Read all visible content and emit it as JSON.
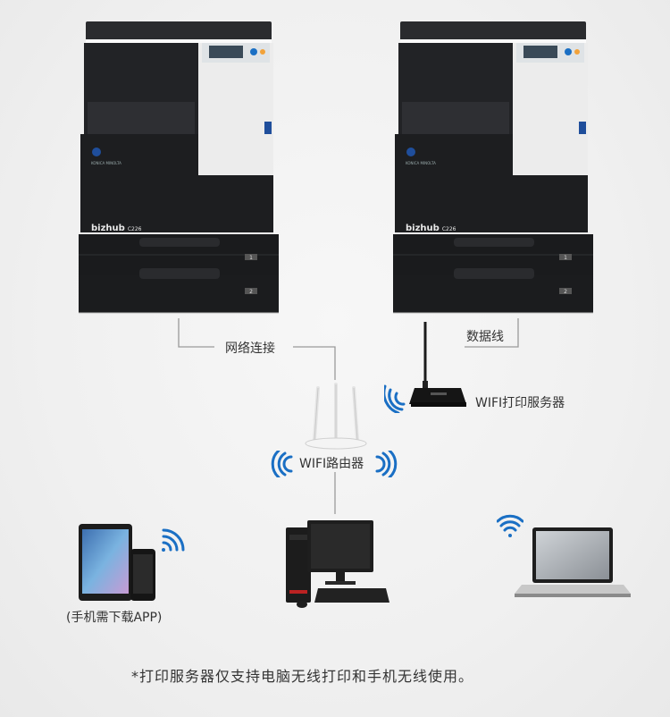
{
  "printers": [
    {
      "brand": "bizhub",
      "model": "C226",
      "logo_text": "KONICA MINOLTA",
      "tray_1": "1",
      "tray_2": "2"
    },
    {
      "brand": "bizhub",
      "model": "C226",
      "logo_text": "KONICA MINOLTA",
      "tray_1": "1",
      "tray_2": "2"
    }
  ],
  "labels": {
    "network_connection": "网络连接",
    "data_cable": "数据线",
    "print_server": "WIFI打印服务器",
    "router": "WIFI路由器",
    "phone_app": "(手机需下载APP)"
  },
  "footnote": "*打印服务器仅支持电脑无线打印和手机无线使用。",
  "colors": {
    "wifi_blue": "#1a6fc4",
    "connector_line": "#9a9a9a",
    "printer_body": "#1d1e20",
    "printer_panel": "#ececec"
  }
}
